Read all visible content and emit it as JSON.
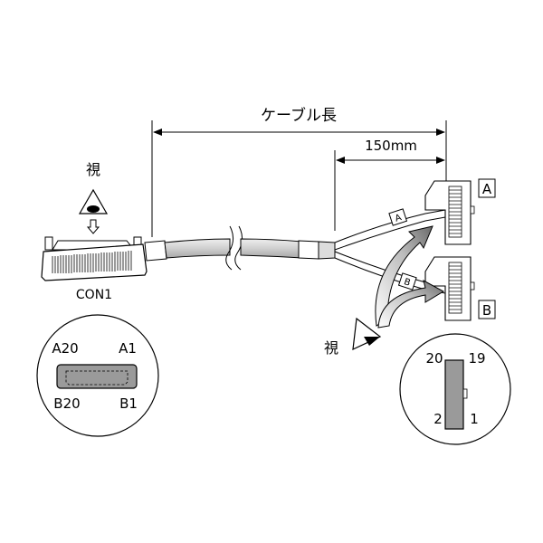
{
  "dimensions": {
    "cable_length_label": "ケーブル長",
    "branch_length_label": "150mm"
  },
  "connectors": {
    "con1_label": "CON1",
    "branch_a_label": "A",
    "branch_b_label": "B",
    "cable_tag_a": "A",
    "cable_tag_b": "B"
  },
  "view_labels": {
    "view_top": "視",
    "view_bottom": "視"
  },
  "pinout_con1": {
    "top_left": "A20",
    "top_right": "A1",
    "bottom_left": "B20",
    "bottom_right": "B1"
  },
  "pinout_branch": {
    "top_left": "20",
    "top_right": "19",
    "bottom_left": "2",
    "bottom_right": "1"
  },
  "colors": {
    "line": "#000000",
    "body_fill": "#d9d9d9",
    "face_fill": "#9a9a9a",
    "arrow_gradient_light": "#ffffff",
    "arrow_gradient_dark": "#6a6a6a"
  }
}
